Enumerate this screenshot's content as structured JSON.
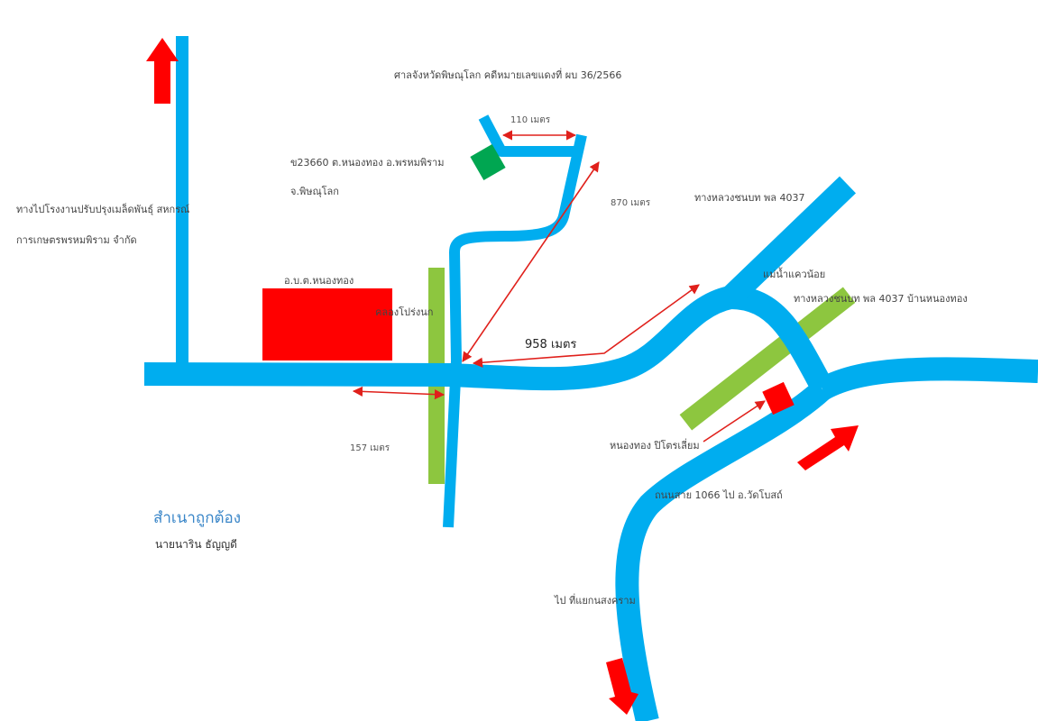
{
  "header": {
    "court_case": "ศาลจังหวัดพิษณุโลก คดีหมายเลขแดงที่ ผบ 36/2566"
  },
  "property": {
    "address_line1": "ข23660 ต.หนองทอง อ.พรหมพิราม",
    "address_line2": "จ.พิษณุโลก"
  },
  "places": {
    "factory_line1": "ทางไปโรงงานปรับปรุงเมล็ดพันธุ์ สหกรณ์",
    "factory_line2": "การเกษตรพรหมพิราม จำกัด",
    "tambon_office": "อ.บ.ต.หนองทอง",
    "canal_bridge": "คลองโปร่งนก",
    "highway_4037_branch": "ทางหลวงชนบท พล 4037",
    "river_bridge": "แม่น้ำแควน้อย",
    "highway_4037_village": "ทางหลวงชนบท พล 4037 บ้านหนองทอง",
    "landmark_shop": "หนองทอง ปิโตรเลี่ยม",
    "route_1066": "ถนนสาย 1066 ไป อ.วัดโบสถ์",
    "to_bangkratum": "ไป ที่แยกนสงคราม"
  },
  "distances": {
    "top_segment": "110 เมตร",
    "diagonal": "870 เมตร",
    "main": "958 เมตร",
    "lower": "157 เมตร"
  },
  "certification": {
    "title": "สำเนาถูกต้อง",
    "name": "นายนาริน ธัญญดี"
  },
  "colors": {
    "road": "#00adef",
    "arrow": "#ff0000",
    "bridge": "#8dc63f",
    "property": "#00a651",
    "building": "#ff0000",
    "dimension": "#e0201b"
  }
}
